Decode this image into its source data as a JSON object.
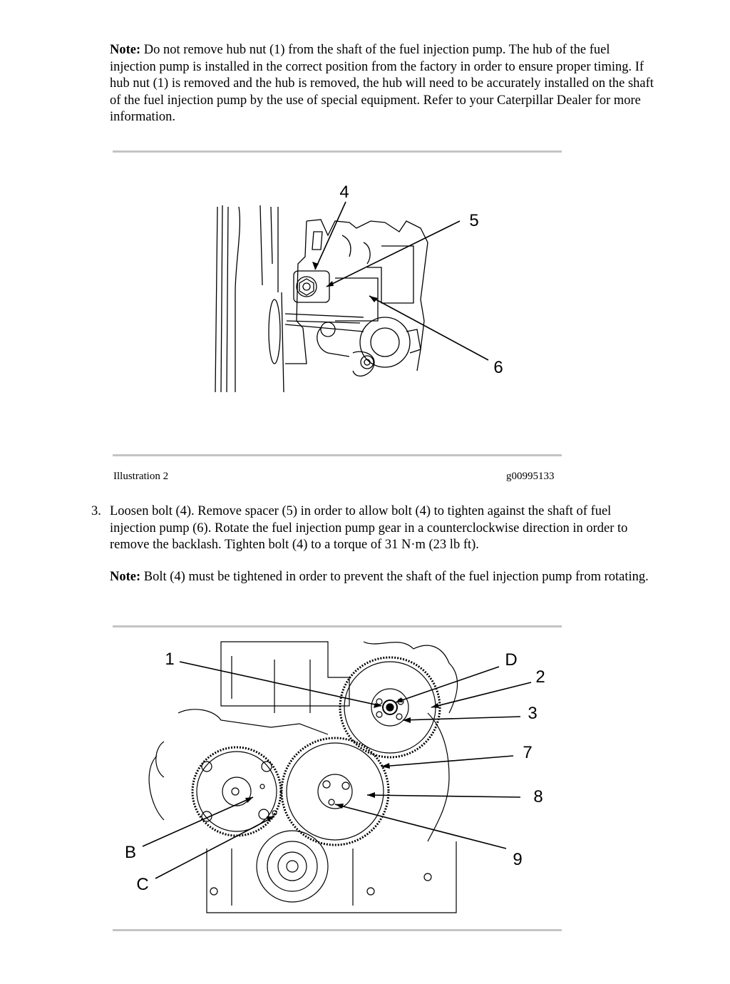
{
  "note1": {
    "label": "Note:",
    "text": "Do not remove hub nut (1) from the shaft of the fuel injection pump. The hub of the fuel injection pump is installed in the correct position from the factory in order to ensure proper timing. If hub nut (1) is removed and the hub is removed, the hub will need to be accurately installed on the shaft of the fuel injection pump by the use of special equipment. Refer to your Caterpillar Dealer for more information."
  },
  "illustration2": {
    "caption": "Illustration 2",
    "code": "g00995133",
    "callouts": [
      "4",
      "5",
      "6"
    ]
  },
  "step3": {
    "number": "3.",
    "text": "Loosen bolt (4). Remove spacer (5) in order to allow bolt (4) to tighten against the shaft of fuel injection pump (6). Rotate the fuel injection pump gear in a counterclockwise direction in order to remove the backlash. Tighten bolt (4) to a torque of 31 N·m (23 lb ft)."
  },
  "note2": {
    "label": "Note:",
    "text": "Bolt (4) must be tightened in order to prevent the shaft of the fuel injection pump from rotating."
  },
  "illustration3": {
    "callouts": [
      "1",
      "D",
      "2",
      "3",
      "7",
      "8",
      "9",
      "B",
      "C"
    ]
  }
}
